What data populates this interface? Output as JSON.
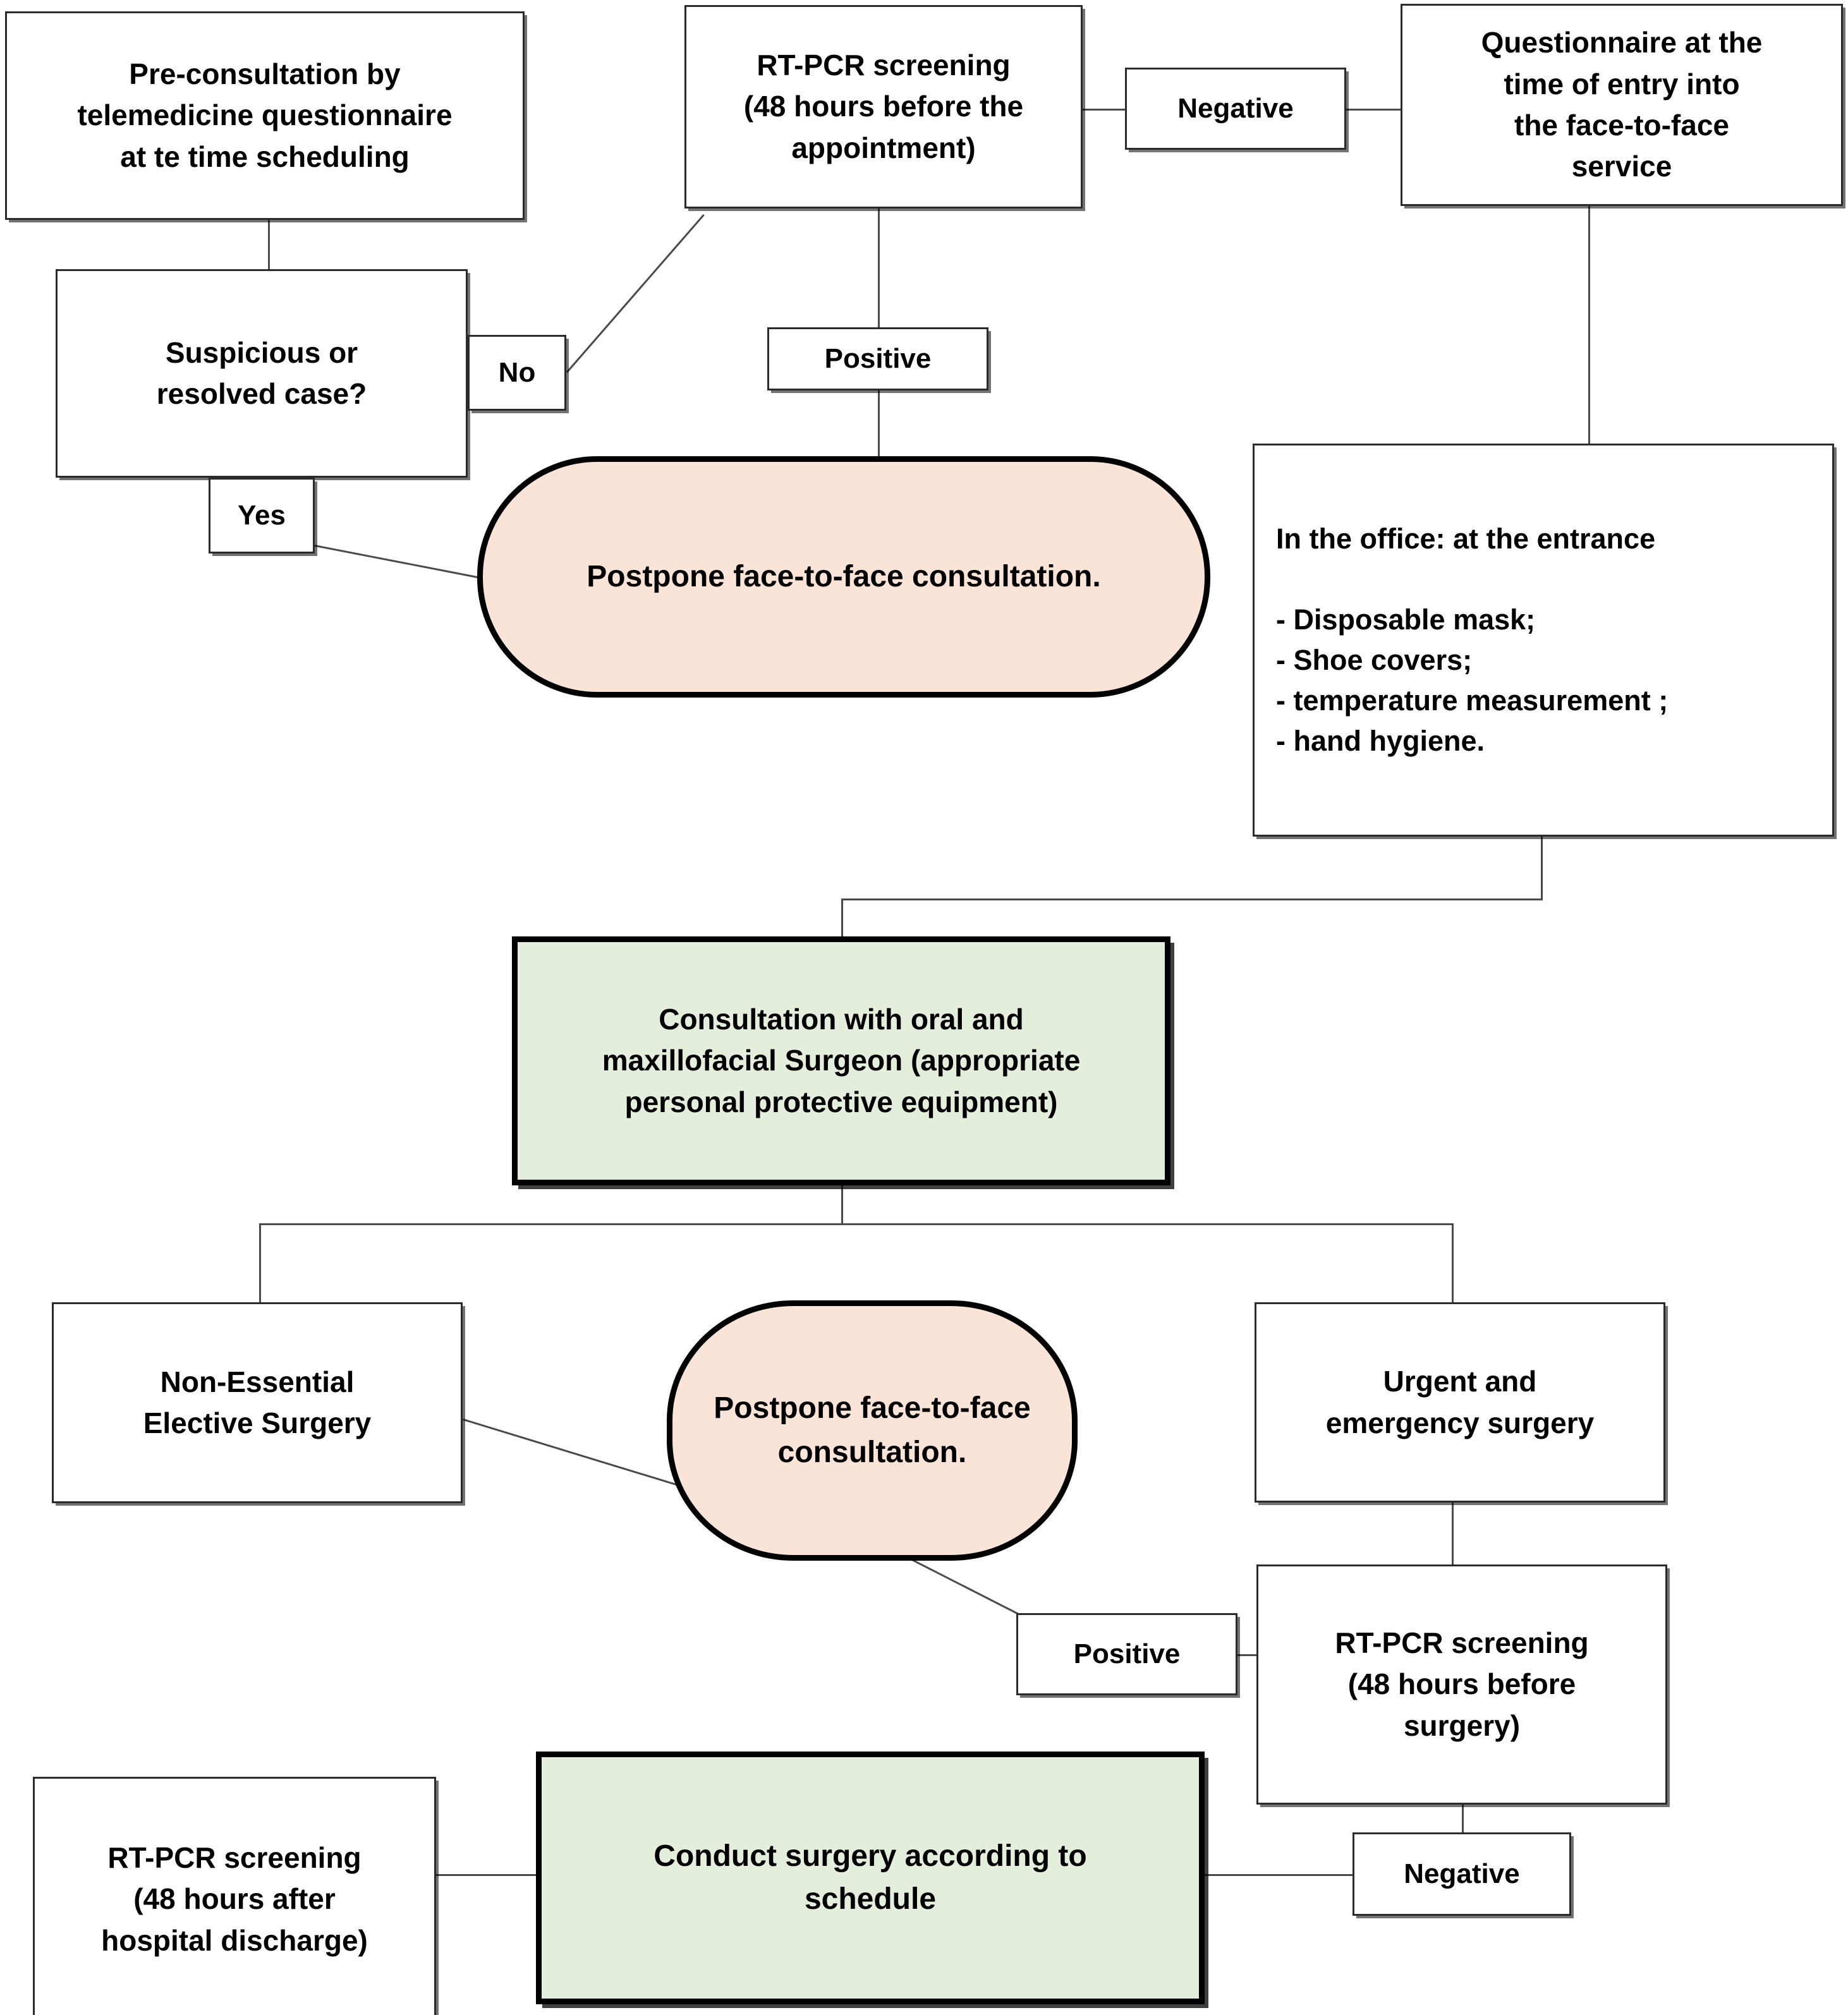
{
  "diagram": {
    "title": "COVID-19 oral and maxillofacial surgery patient flow protocol",
    "colors": {
      "pink_fill": "#fae3d7",
      "green_fill": "#e4eedc",
      "box_border": "#2b2b2b",
      "pill_border": "#000000",
      "connector": "#4a4a4a",
      "page_background": "#ffffff"
    }
  },
  "nodes": {
    "pre_consultation": {
      "label": "Pre-consultation by\ntelemedicine questionnaire\nat te time scheduling",
      "shape": "rectangle",
      "fill": "#ffffff"
    },
    "rtpcr_before_appointment": {
      "label": "RT-PCR screening\n(48 hours before the\nappointment)",
      "shape": "rectangle",
      "fill": "#ffffff"
    },
    "questionnaire_entry": {
      "label": "Questionnaire at the\ntime of entry into\nthe face-to-face\nservice",
      "shape": "rectangle",
      "fill": "#ffffff"
    },
    "suspicious_case": {
      "label": "Suspicious or\nresolved case?",
      "shape": "rectangle",
      "fill": "#ffffff"
    },
    "in_the_office": {
      "label": "In the office: at the entrance\n\n- Disposable mask;\n- Shoe covers;\n- temperature measurement ;\n- hand hygiene.",
      "shape": "rectangle",
      "fill": "#ffffff"
    },
    "postpone_top": {
      "label": "Postpone face-to-face consultation.",
      "shape": "pill",
      "fill": "#fae3d7"
    },
    "consultation_surgeon": {
      "label": "Consultation with oral and\nmaxillofacial Surgeon (appropriate\npersonal protective equipment)",
      "shape": "rectangle",
      "fill": "#e4eedc"
    },
    "non_essential_surgery": {
      "label": "Non-Essential\nElective Surgery",
      "shape": "rectangle",
      "fill": "#ffffff"
    },
    "postpone_bottom": {
      "label": "Postpone face-to-face\nconsultation.",
      "shape": "pill",
      "fill": "#fae3d7"
    },
    "urgent_surgery": {
      "label": "Urgent and\nemergency surgery",
      "shape": "rectangle",
      "fill": "#ffffff"
    },
    "rtpcr_before_surgery": {
      "label": "RT-PCR screening\n(48 hours before\nsurgery)",
      "shape": "rectangle",
      "fill": "#ffffff"
    },
    "conduct_surgery": {
      "label": "Conduct surgery according to\nschedule",
      "shape": "rectangle",
      "fill": "#e4eedc"
    },
    "rtpcr_after_discharge": {
      "label": "RT-PCR screening\n(48 hours after\nhospital discharge)",
      "shape": "rectangle",
      "fill": "#ffffff"
    }
  },
  "edge_labels": {
    "negative_top": "Negative",
    "no": "No",
    "yes": "Yes",
    "positive_top": "Positive",
    "positive_bottom": "Positive",
    "negative_bottom": "Negative"
  }
}
